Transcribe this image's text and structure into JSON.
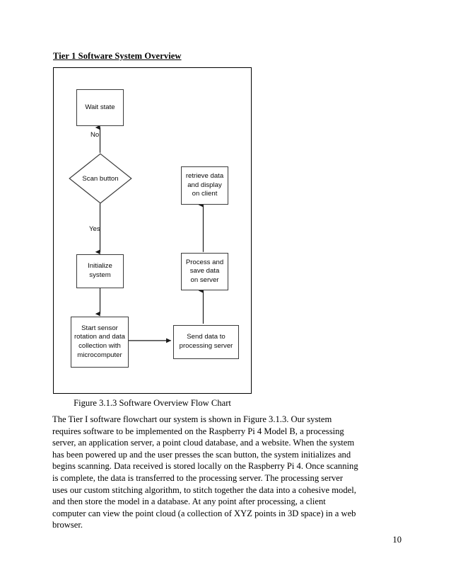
{
  "document": {
    "section_title": "Tier 1 Software System Overview",
    "figure_caption": "Figure 3.1.3 Software Overview Flow Chart",
    "page_number": "10"
  },
  "flowchart": {
    "nodes": [
      {
        "id": "wait",
        "label": "Wait state",
        "shape": "rect"
      },
      {
        "id": "decision",
        "label": "Scan button",
        "shape": "diamond"
      },
      {
        "id": "initialize",
        "label": "Initialize\nsystem",
        "shape": "rect"
      },
      {
        "id": "start",
        "label": "Start sensor\nrotation and data\ncollection with\nmicrocomputer",
        "shape": "rect"
      },
      {
        "id": "send",
        "label": "Send data to\nprocessing server",
        "shape": "rect"
      },
      {
        "id": "process",
        "label": "Process and\nsave data\non server",
        "shape": "rect"
      },
      {
        "id": "retrieve",
        "label": "retrieve data\nand display\non client",
        "shape": "rect"
      }
    ],
    "edge_labels": {
      "no": "No",
      "yes": "Yes"
    },
    "edges": [
      {
        "from": "decision",
        "to": "wait",
        "label": "No"
      },
      {
        "from": "decision",
        "to": "initialize",
        "label": "Yes"
      },
      {
        "from": "initialize",
        "to": "start",
        "label": ""
      },
      {
        "from": "start",
        "to": "send",
        "label": ""
      },
      {
        "from": "send",
        "to": "process",
        "label": ""
      },
      {
        "from": "process",
        "to": "retrieve",
        "label": ""
      }
    ],
    "colors": {
      "stroke": "#3b3b3b",
      "fill": "#ffffff",
      "text": "#0b0b0b"
    }
  },
  "paragraph": {
    "lines": [
      "The Tier I software flowchart our system is shown in Figure 3.1.3. Our system",
      "requires software to be implemented on the Raspberry Pi 4 Model B, a processing",
      "server, an application server, a point cloud database, and a website. When the system",
      "has been powered up and the user presses the scan button, the system initializes and",
      "begins scanning. Data received is stored locally on the Raspberry Pi 4. Once scanning",
      "is complete, the data is transferred to the processing server. The processing server",
      "uses our custom stitching algorithm, to stitch together the data into a cohesive model,",
      "and then store the model in a database. At any point after processing, a client",
      "computer can view the point cloud (a collection of XYZ points in 3D space) in a web",
      "browser."
    ]
  }
}
